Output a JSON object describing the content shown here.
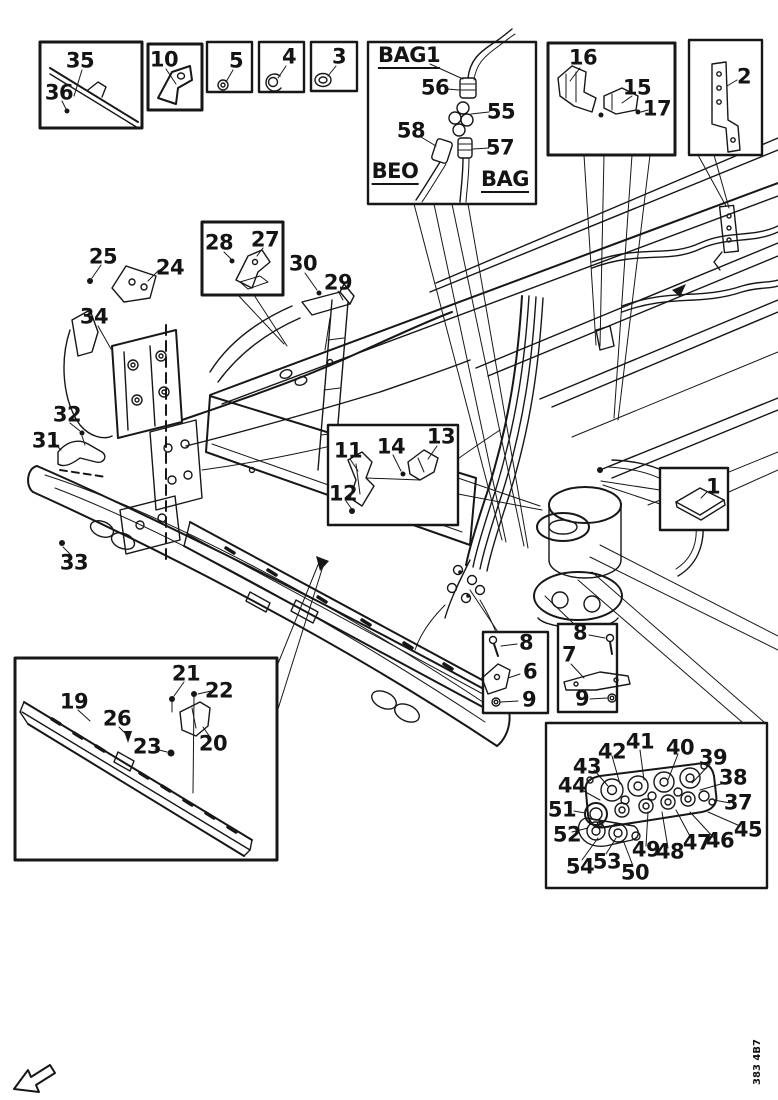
{
  "figure": {
    "type": "exploded-parts-diagram",
    "doc_number": "383 4B7"
  },
  "port_labels": {
    "bag1": "BAG1",
    "beo": "BEO",
    "bag": "BAG"
  },
  "labels": {
    "n1": "1",
    "n2": "2",
    "n3": "3",
    "n4": "4",
    "n5": "5",
    "n6": "6",
    "n7": "7",
    "n8a": "8",
    "n8b": "8",
    "n9a": "9",
    "n9b": "9",
    "n10": "10",
    "n11": "11",
    "n12": "12",
    "n13": "13",
    "n14": "14",
    "n15": "15",
    "n16": "16",
    "n17": "17",
    "n19": "19",
    "n20": "20",
    "n21": "21",
    "n22": "22",
    "n23": "23",
    "n24": "24",
    "n25": "25",
    "n26": "26",
    "n27": "27",
    "n28": "28",
    "n29": "29",
    "n30": "30",
    "n31": "31",
    "n32": "32",
    "n33": "33",
    "n34": "34",
    "n35": "35",
    "n36": "36",
    "n37": "37",
    "n38": "38",
    "n39": "39",
    "n40": "40",
    "n41": "41",
    "n42": "42",
    "n43": "43",
    "n44": "44",
    "n45": "45",
    "n46": "46",
    "n47": "47",
    "n48": "48",
    "n49": "49",
    "n50": "50",
    "n51": "51",
    "n52": "52",
    "n53": "53",
    "n54": "54",
    "n55": "55",
    "n56": "56",
    "n57": "57",
    "n58": "58"
  }
}
